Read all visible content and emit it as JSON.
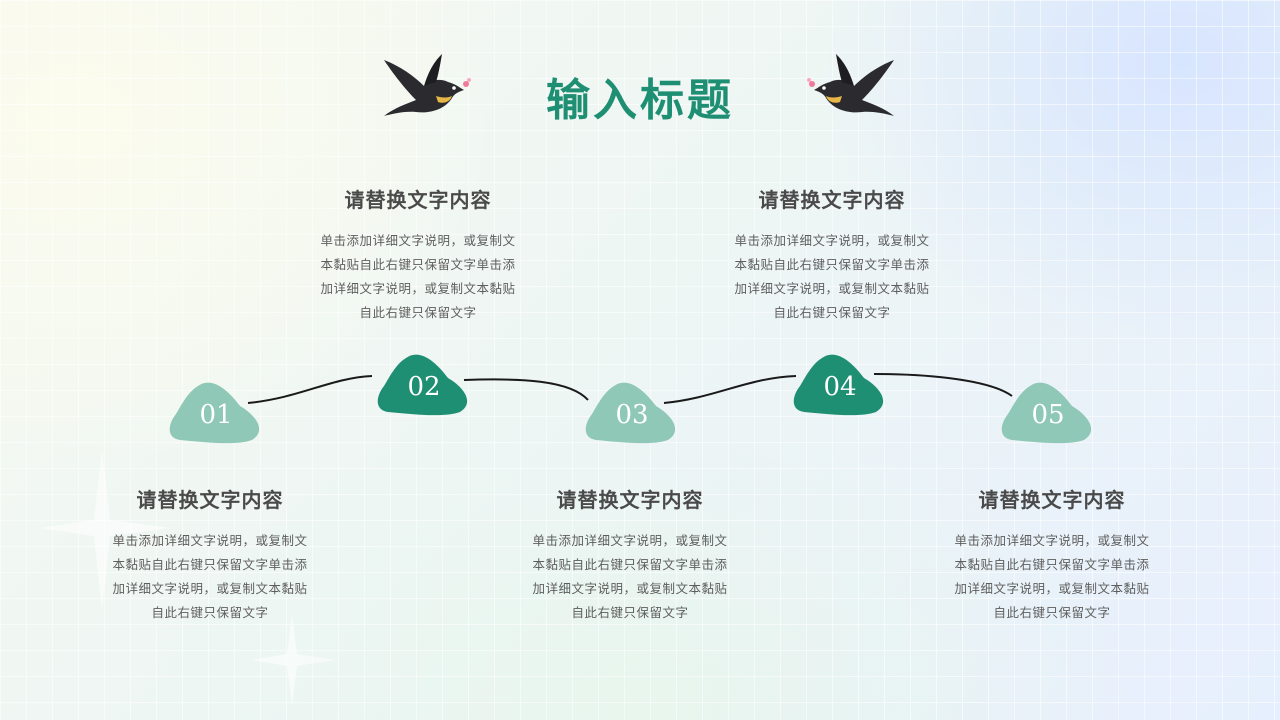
{
  "title": "输入标题",
  "colors": {
    "accent_dark": "#1f8f74",
    "accent_light": "#8fc8b6",
    "title": "#1f8f74",
    "text": "#5e5e5e"
  },
  "icons": [
    "swallow-bird-icon",
    "sparkle-icon"
  ],
  "steps": [
    {
      "num": "01",
      "title": "请替换文字内容",
      "desc": [
        "单击添加详细文字说明，或复制文",
        "本黏贴自此右键只保留文字单击添",
        "加详细文字说明，或复制文本黏贴",
        "自此右键只保留文字"
      ]
    },
    {
      "num": "02",
      "title": "请替换文字内容",
      "desc": [
        "单击添加详细文字说明，或复制文",
        "本黏贴自此右键只保留文字单击添",
        "加详细文字说明，或复制文本黏贴",
        "自此右键只保留文字"
      ]
    },
    {
      "num": "03",
      "title": "请替换文字内容",
      "desc": [
        "单击添加详细文字说明，或复制文",
        "本黏贴自此右键只保留文字单击添",
        "加详细文字说明，或复制文本黏贴",
        "自此右键只保留文字"
      ]
    },
    {
      "num": "04",
      "title": "请替换文字内容",
      "desc": [
        "单击添加详细文字说明，或复制文",
        "本黏贴自此右键只保留文字单击添",
        "加详细文字说明，或复制文本黏贴",
        "自此右键只保留文字"
      ]
    },
    {
      "num": "05",
      "title": "请替换文字内容",
      "desc": [
        "单击添加详细文字说明，或复制文",
        "本黏贴自此右键只保留文字单击添",
        "加详细文字说明，或复制文本黏贴",
        "自此右键只保留文字"
      ]
    }
  ]
}
